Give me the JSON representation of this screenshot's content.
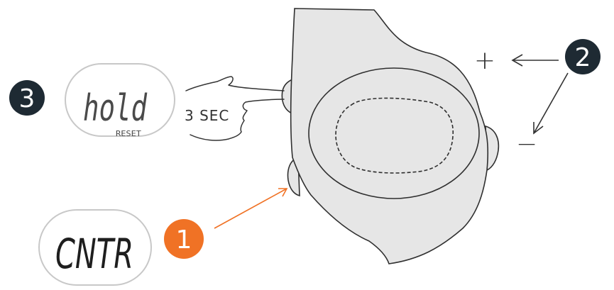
{
  "steps": [
    {
      "number": "1",
      "color": "#f07225",
      "display_text": "CNTR"
    },
    {
      "number": "2",
      "color": "#1e2a33",
      "plus_label": "+",
      "minus_label": "−"
    },
    {
      "number": "3",
      "color": "#1e2a33",
      "display_text": "hold",
      "display_subtext": "RESET",
      "duration_label": "3 SEC"
    }
  ],
  "colors": {
    "device_fill": "#e6e6e6",
    "outline": "#2f2f2f",
    "arrow_orange": "#f07225",
    "lcd_border": "#c8c8c8"
  },
  "icons": {
    "hand": "pointing-hand-icon"
  }
}
